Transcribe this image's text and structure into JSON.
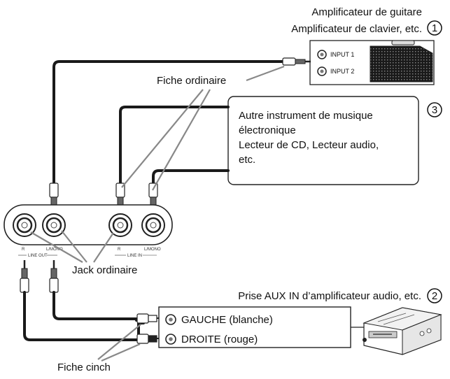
{
  "amp": {
    "title_line1": "Amplificateur de guitare",
    "title_line2": "Amplificateur de clavier, etc.",
    "number": "1",
    "input1": "INPUT 1",
    "input2": "INPUT 2"
  },
  "plug_label": "Fiche ordinaire",
  "instrument": {
    "number": "3",
    "line1": "Autre instrument de musique",
    "line2": "électronique",
    "line3": "Lecteur de CD, Lecteur audio,",
    "line4": "etc."
  },
  "keyboard_jacks": {
    "out_r": "R",
    "out_l": "L/MONO",
    "out_group": "LINE OUT",
    "in_r": "R",
    "in_l": "L/MONO",
    "in_group": "LINE IN"
  },
  "jack_label": "Jack ordinaire",
  "aux": {
    "title": "Prise AUX IN d’amplificateur audio, etc.",
    "number": "2",
    "left": "GAUCHE (blanche)",
    "right": "DROITE (rouge)"
  },
  "rca_label": "Fiche cinch"
}
